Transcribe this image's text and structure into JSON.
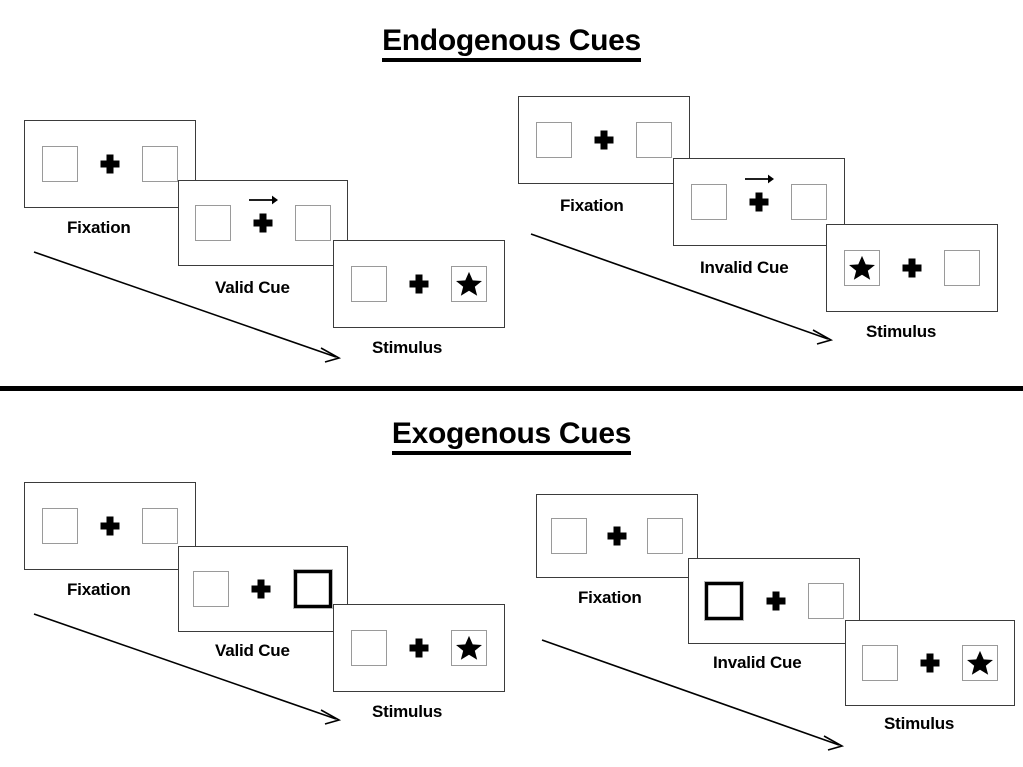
{
  "sections": [
    {
      "id": "endogenous",
      "title": "Endogenous Cues",
      "branches": [
        {
          "id": "endogenous-valid",
          "stages": [
            {
              "label": "Fixation",
              "left_box": "empty",
              "right_box": "empty",
              "cue_arrow": false
            },
            {
              "label": "Valid Cue",
              "left_box": "empty",
              "right_box": "empty",
              "cue_arrow": true,
              "cue_direction": "right"
            },
            {
              "label": "Stimulus",
              "left_box": "empty",
              "right_box": "star",
              "cue_arrow": false
            }
          ]
        },
        {
          "id": "endogenous-invalid",
          "stages": [
            {
              "label": "Fixation",
              "left_box": "empty",
              "right_box": "empty",
              "cue_arrow": false
            },
            {
              "label": "Invalid Cue",
              "left_box": "empty",
              "right_box": "empty",
              "cue_arrow": true,
              "cue_direction": "right"
            },
            {
              "label": "Stimulus",
              "left_box": "star",
              "right_box": "empty",
              "cue_arrow": false
            }
          ]
        }
      ]
    },
    {
      "id": "exogenous",
      "title": "Exogenous Cues",
      "branches": [
        {
          "id": "exogenous-valid",
          "stages": [
            {
              "label": "Fixation",
              "left_box": "empty",
              "right_box": "empty",
              "cue_arrow": false
            },
            {
              "label": "Valid Cue",
              "left_box": "empty",
              "right_box": "cued",
              "cue_arrow": false
            },
            {
              "label": "Stimulus",
              "left_box": "empty",
              "right_box": "star",
              "cue_arrow": false
            }
          ]
        },
        {
          "id": "exogenous-invalid",
          "stages": [
            {
              "label": "Fixation",
              "left_box": "empty",
              "right_box": "empty",
              "cue_arrow": false
            },
            {
              "label": "Invalid Cue",
              "left_box": "cued",
              "right_box": "empty",
              "cue_arrow": false
            },
            {
              "label": "Stimulus",
              "left_box": "empty",
              "right_box": "star",
              "cue_arrow": false
            }
          ]
        }
      ]
    }
  ],
  "icons": {
    "fixation_cross": "plus-icon",
    "target": "star-icon",
    "cue": "arrow-right-icon",
    "flow": "arrow-diagonal-icon"
  },
  "colors": {
    "ink": "#000000",
    "frame_border": "#3b3b3b",
    "box_border": "#9a9a9a",
    "background": "#ffffff"
  }
}
